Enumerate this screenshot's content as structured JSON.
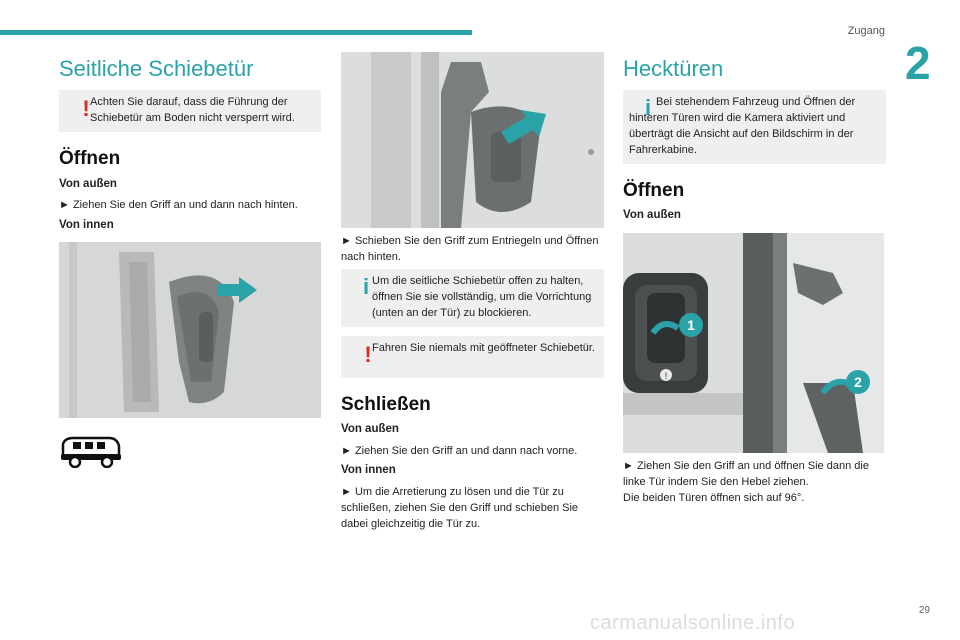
{
  "header": {
    "section_name": "Zugang",
    "chapter_number": "2"
  },
  "col1": {
    "title": "Seitliche Schiebetür",
    "warning1": "Achten Sie darauf, dass die Führung der Schiebetür am Boden nicht versperrt wird.",
    "oeffnen_heading": "Öffnen",
    "von_aussen": "Von außen",
    "step_aussen": "► Ziehen Sie den Griff an und dann nach hinten.",
    "von_innen": "Von innen"
  },
  "col2": {
    "step_entriegeln": "► Schieben Sie den Griff zum Entriegeln und Öffnen nach hinten.",
    "info1": "Um die seitliche Schiebetür offen zu halten, öffnen Sie sie vollständig, um die Vorrichtung (unten an der Tür) zu blockieren.",
    "warning2": "Fahren Sie niemals mit geöffneter Schiebetür.",
    "schliessen_heading": "Schließen",
    "von_aussen": "Von außen",
    "step_aussen": "► Ziehen Sie den Griff an und dann nach vorne.",
    "von_innen": "Von innen",
    "step_innen": "► Um die Arretierung zu lösen und die Tür zu schließen, ziehen Sie den Griff und schieben Sie dabei gleichzeitig die Tür zu."
  },
  "col3": {
    "title": "Hecktüren",
    "info2": "Bei stehendem Fahrzeug und Öffnen der hinteren Türen wird die Kamera aktiviert und überträgt die Ansicht auf den Bildschirm in der Fahrerkabine.",
    "oeffnen_heading": "Öffnen",
    "von_aussen": "Von außen",
    "step1": "► Ziehen Sie den Griff an und öffnen Sie dann die linke Tür indem Sie den Hebel ziehen.",
    "step2": "Die beiden Türen öffnen sich auf 96°.",
    "callout1": "1",
    "callout2": "2"
  },
  "footer": {
    "page_number": "29",
    "watermark": "carmanualsonline.info"
  },
  "colors": {
    "accent": "#2aa3a8",
    "warning": "#e1271f",
    "box_bg": "#efefef"
  }
}
